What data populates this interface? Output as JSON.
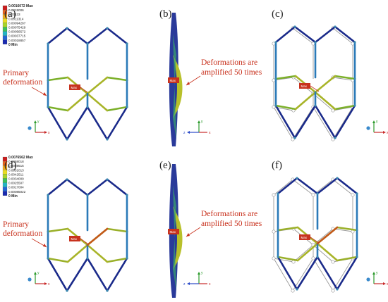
{
  "panels": [
    {
      "id": "a",
      "label": "(a)",
      "type": "front",
      "variant": "fine",
      "ox": 0,
      "oy": 0,
      "legend": {
        "title": "0.0016072 Max",
        "values": [
          "0.0015006",
          "0.00133",
          "0.0011314",
          "0.00094287",
          "0.00075429",
          "0.00056572",
          "0.00037715",
          "0.00018857",
          "0 Min"
        ]
      },
      "annotation": [
        "Primary",
        "deformation"
      ],
      "max_label": "Max"
    },
    {
      "id": "b",
      "label": "(b)",
      "type": "side",
      "ox": 0,
      "oy": 0,
      "annotation": [
        "Deformations are",
        "amplified 50 times"
      ],
      "max_label": "Max"
    },
    {
      "id": "c",
      "label": "(c)",
      "type": "overlay",
      "variant": "fine",
      "ox": 0,
      "oy": 0,
      "max_label": "Max"
    },
    {
      "id": "d",
      "label": "(d)",
      "type": "front",
      "variant": "mid",
      "ox": 0,
      "oy": 215,
      "legend": {
        "title": "0.0076562 Max",
        "values": [
          "0.0068018",
          "0.0059515",
          "0.0051013",
          "0.0042511",
          "0.0034009",
          "0.0025507",
          "0.0017004",
          "0.00085022",
          "0 Min"
        ]
      },
      "annotation": [
        "Primary",
        "deformation"
      ],
      "max_label": "Max"
    },
    {
      "id": "e",
      "label": "(e)",
      "type": "side",
      "ox": 0,
      "oy": 215,
      "annotation": [
        "Deformations are",
        "amplified 50 times"
      ],
      "max_label": "Max"
    },
    {
      "id": "f",
      "label": "(f)",
      "type": "overlay",
      "variant": "mid",
      "ox": 0,
      "oy": 215,
      "max_label": "Max"
    }
  ],
  "axes": {
    "x": "x",
    "y": "y",
    "z": "z"
  },
  "colors": {
    "legend": [
      "#c81e1e",
      "#e8621c",
      "#f2a81c",
      "#e8dc22",
      "#a8d42a",
      "#3cc05a",
      "#22b4c4",
      "#2266d2",
      "#1a2ab0"
    ],
    "frame_low": "#1a2a8a",
    "frame_mid": "#2a7ab8",
    "frame_high": "#a8b428",
    "frame_peak": "#c84a18",
    "ghost": "#9a9a9a",
    "red": "#c8321e"
  }
}
